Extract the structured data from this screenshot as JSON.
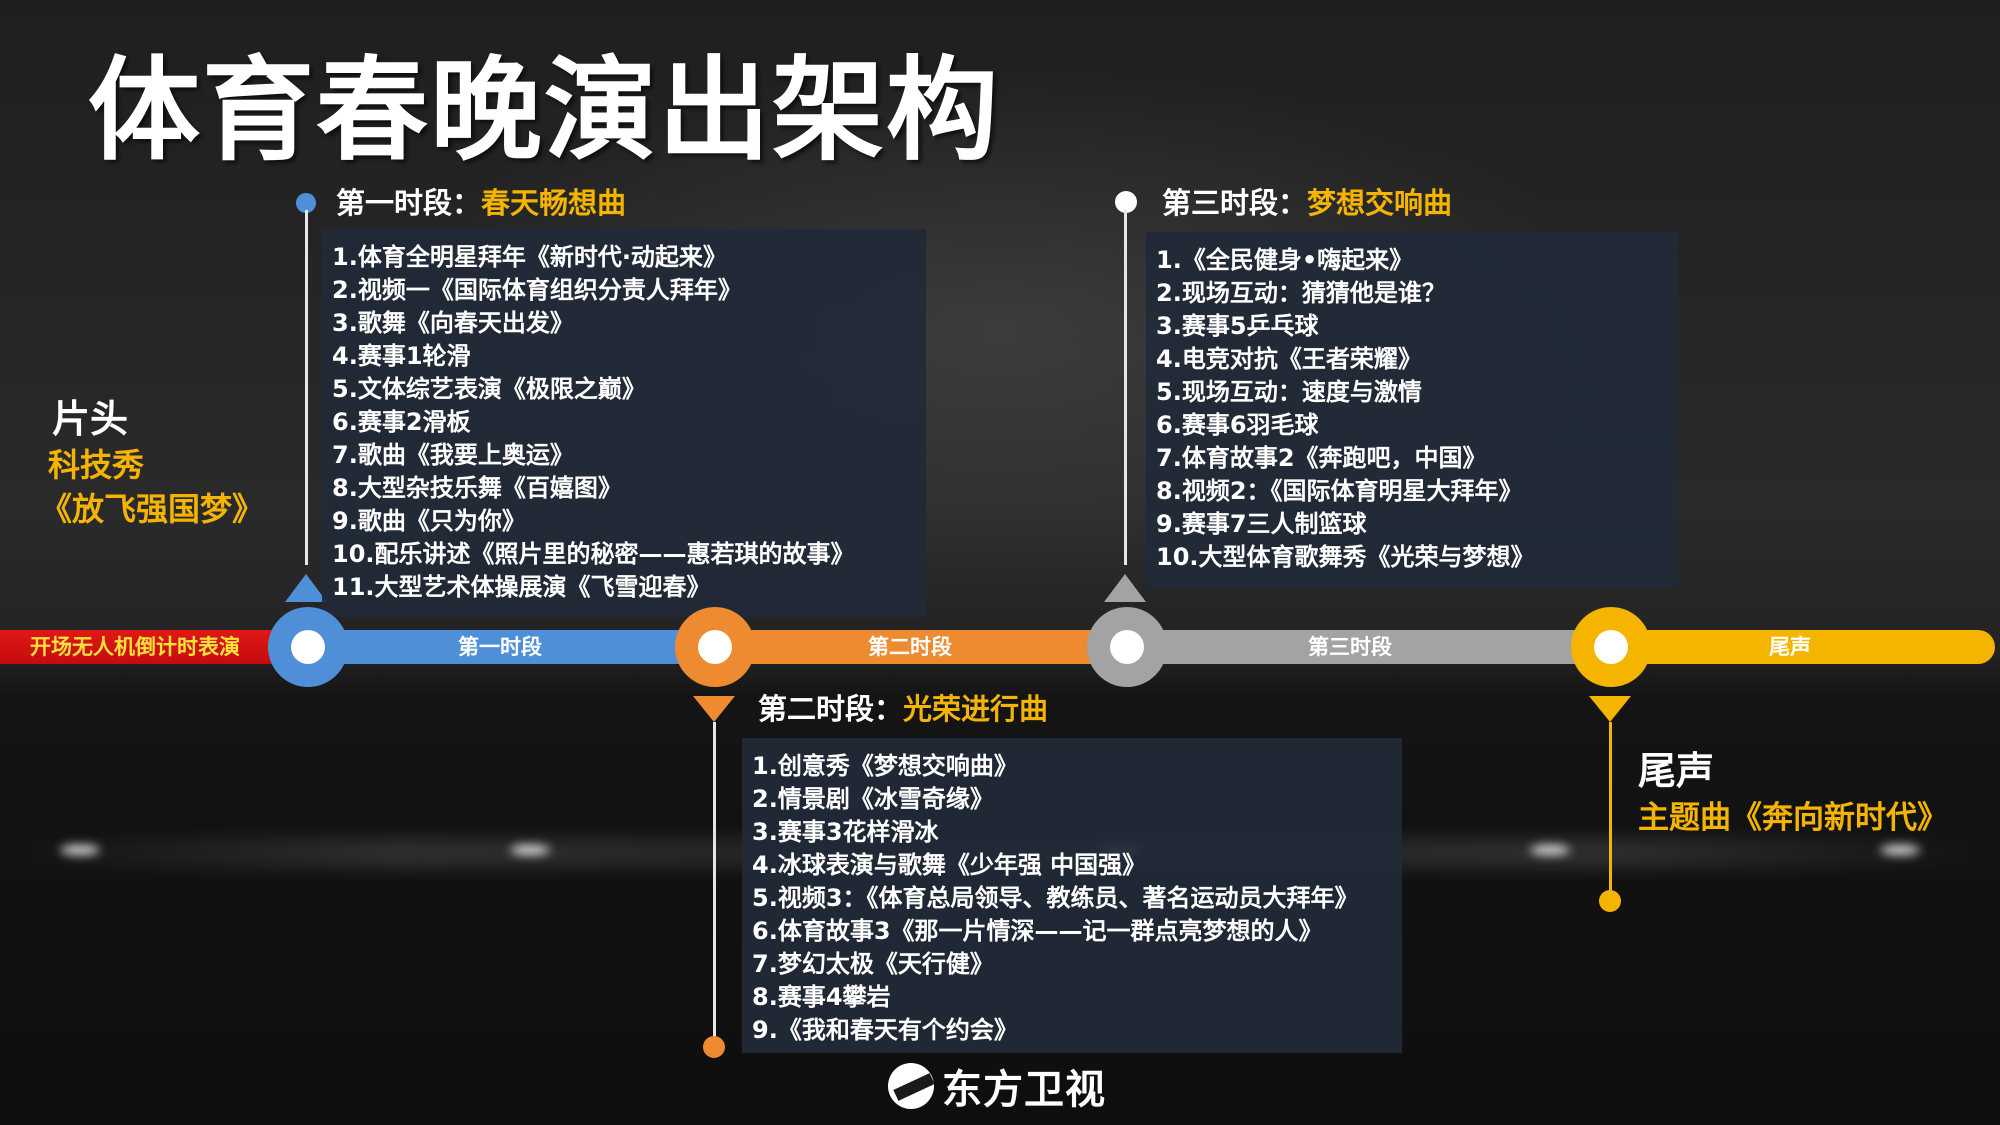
{
  "title": "体育春晚演出架构",
  "intro": {
    "label": "片头",
    "line1": "科技秀",
    "line2": "《放飞强国梦》"
  },
  "timeline": {
    "start_label": "开场无人机倒计时表演",
    "segments": [
      {
        "label": "第一时段",
        "color": "#4f8fd8"
      },
      {
        "label": "第二时段",
        "color": "#ee8a2f"
      },
      {
        "label": "第三时段",
        "color": "#a3a3a3"
      },
      {
        "label": "尾声",
        "color": "#f5b400"
      }
    ]
  },
  "segment1": {
    "heading_prefix": "第一时段：",
    "heading_name": "春天畅想曲",
    "items": [
      "1.体育全明星拜年《新时代·动起来》",
      "2.视频一《国际体育组织分责人拜年》",
      "3.歌舞《向春天出发》",
      "4.赛事1轮滑",
      "5.文体综艺表演《极限之巅》",
      "6.赛事2滑板",
      "7.歌曲《我要上奥运》",
      "8.大型杂技乐舞《百嬉图》",
      "9.歌曲《只为你》",
      "10.配乐讲述《照片里的秘密——惠若琪的故事》",
      "11.大型艺术体操展演《飞雪迎春》"
    ]
  },
  "segment2": {
    "heading_prefix": "第二时段：",
    "heading_name": "光荣进行曲",
    "items": [
      "1.创意秀《梦想交响曲》",
      "2.情景剧《冰雪奇缘》",
      "3.赛事3花样滑冰",
      "4.冰球表演与歌舞《少年强 中国强》",
      "5.视频3：《体育总局领导、教练员、著名运动员大拜年》",
      "6.体育故事3《那一片情深——记一群点亮梦想的人》",
      "7.梦幻太极《天行健》",
      "8.赛事4攀岩",
      "9.《我和春天有个约会》"
    ]
  },
  "segment3": {
    "heading_prefix": "第三时段：",
    "heading_name": "梦想交响曲",
    "items": [
      "1.《全民健身•嗨起来》",
      "2.现场互动：猜猜他是谁？",
      "3.赛事5乒乓球",
      "4.电竞对抗《王者荣耀》",
      "5.现场互动：速度与激情",
      "6.赛事6羽毛球",
      "7.体育故事2《奔跑吧，中国》",
      "8.视频2：《国际体育明星大拜年》",
      "9.赛事7三人制篮球",
      "10.大型体育歌舞秀《光荣与梦想》"
    ]
  },
  "finale": {
    "label": "尾声",
    "line1": "主题曲《奔向新时代》"
  },
  "logo": {
    "text": "东方卫视",
    "icon": "dragon-tv-logo-icon"
  }
}
